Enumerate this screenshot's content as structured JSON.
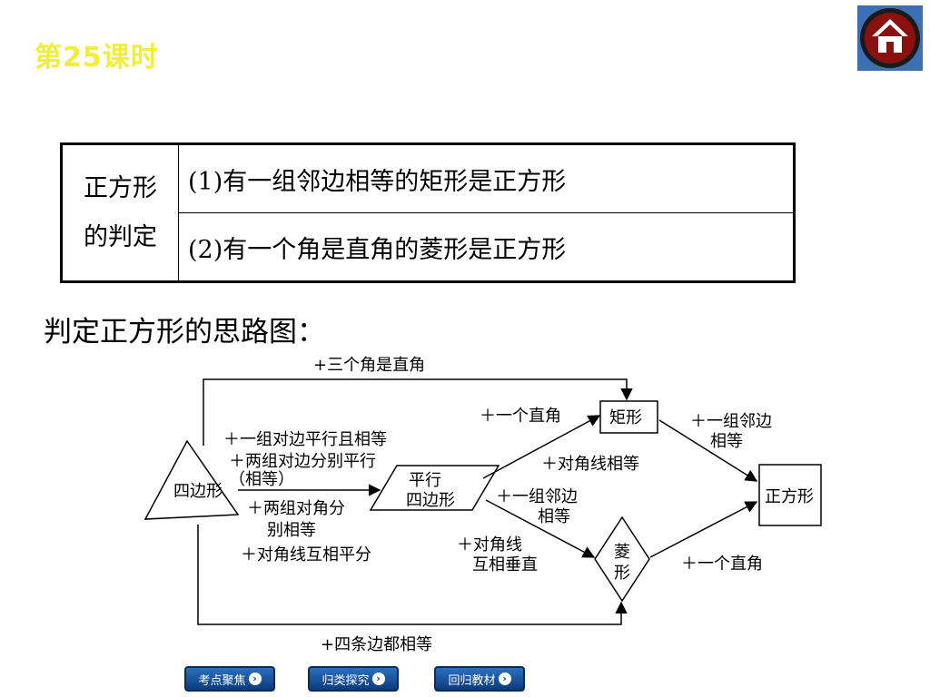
{
  "header": {
    "lesson_title": "第25课时"
  },
  "table": {
    "header_line1": "正方形",
    "header_line2": "的判定",
    "rule1": "(1)有一组邻边相等的矩形是正方形",
    "rule2": "(2)有一个角是直角的菱形是正方形"
  },
  "subheading": "判定正方形的思路图：",
  "diagram": {
    "nodes": {
      "quadrilateral": "四边形",
      "parallelogram_line1": "平行",
      "parallelogram_line2": "四边形",
      "rectangle": "矩形",
      "rhombus_line1": "菱",
      "rhombus_line2": "形",
      "square": "正方形"
    },
    "labels": {
      "three_right_angles": "+三个角是直角",
      "four_sides_equal": "+四条边都相等",
      "cond1": "＋一组对边平行且相等",
      "cond2": "＋两组对边分别平行",
      "cond2b": "（相等）",
      "cond3": "＋两组对角分",
      "cond3b": "别相等",
      "cond4": "＋对角线互相平分",
      "one_right_angle_top": "＋一个直角",
      "diagonals_equal": "＋对角线相等",
      "adj_sides_mid1": "＋一组邻边",
      "adj_sides_mid2": "相等",
      "perp_diag1": "＋对角线",
      "perp_diag2": "互相垂直",
      "adj_sides_right1": "＋一组邻边",
      "adj_sides_right2": "相等",
      "one_right_angle_bottom": "＋一个直角"
    }
  },
  "nav": {
    "btn1": "考点聚焦",
    "btn2": "归类探究",
    "btn3": "回归教材"
  },
  "colors": {
    "title": "#f0ee3a",
    "nav": "#0b3a7e",
    "home": "#8b1010"
  }
}
